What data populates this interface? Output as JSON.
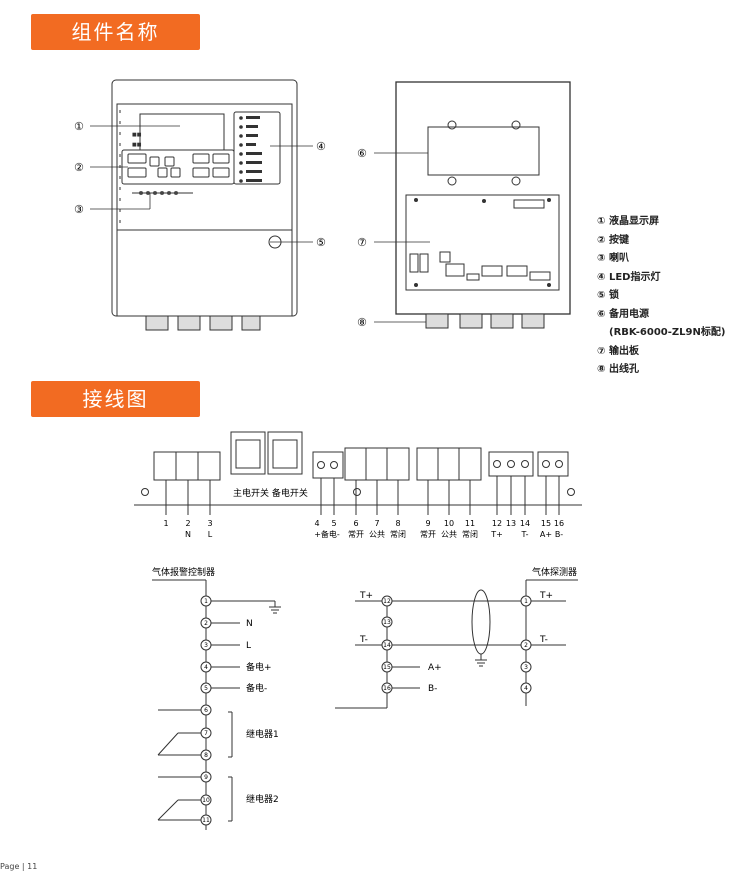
{
  "sections": {
    "components_title": "组件名称",
    "wiring_title": "接线图"
  },
  "callouts": {
    "c1": "①",
    "c2": "②",
    "c3": "③",
    "c4": "④",
    "c5": "⑤",
    "c6": "⑥",
    "c7": "⑦",
    "c8": "⑧"
  },
  "legend": [
    "① 液晶显示屏",
    "② 按键",
    "③ 喇叭",
    "④ LED指示灯",
    "⑤ 锁",
    "⑥ 备用电源",
    "(RBK-6000-ZL9N标配)",
    "⑦ 输出板",
    "⑧ 出线孔"
  ],
  "terminal_block": {
    "switch_labels": "主电开关 备电开关",
    "numbers": [
      "1",
      "2",
      "3",
      "4",
      "5",
      "6",
      "7",
      "8",
      "9",
      "10",
      "11",
      "12",
      "13",
      "14",
      "15",
      "16"
    ],
    "names": {
      "n2": "N",
      "n3": "L",
      "n45": "+备电-",
      "n6": "常开",
      "n7": "公共",
      "n8": "常闭",
      "n9": "常开",
      "n10": "公共",
      "n11": "常闭",
      "n12": "T+",
      "n14": "T-",
      "n15": "A+",
      "n16": "B-"
    }
  },
  "controller_diagram": {
    "title": "气体报警控制器",
    "labels": {
      "N": "N",
      "L": "L",
      "bplus": "备电+",
      "bminus": "备电-",
      "relay1": "继电器1",
      "relay2": "继电器2"
    }
  },
  "detector_diagram": {
    "title": "气体探测器",
    "labels": {
      "tplus_left": "T+",
      "tminus_left": "T-",
      "tplus_right": "T+",
      "tminus_right": "T-",
      "aplus": "A+",
      "bminus": "B-"
    }
  },
  "footer": "Page | 11"
}
